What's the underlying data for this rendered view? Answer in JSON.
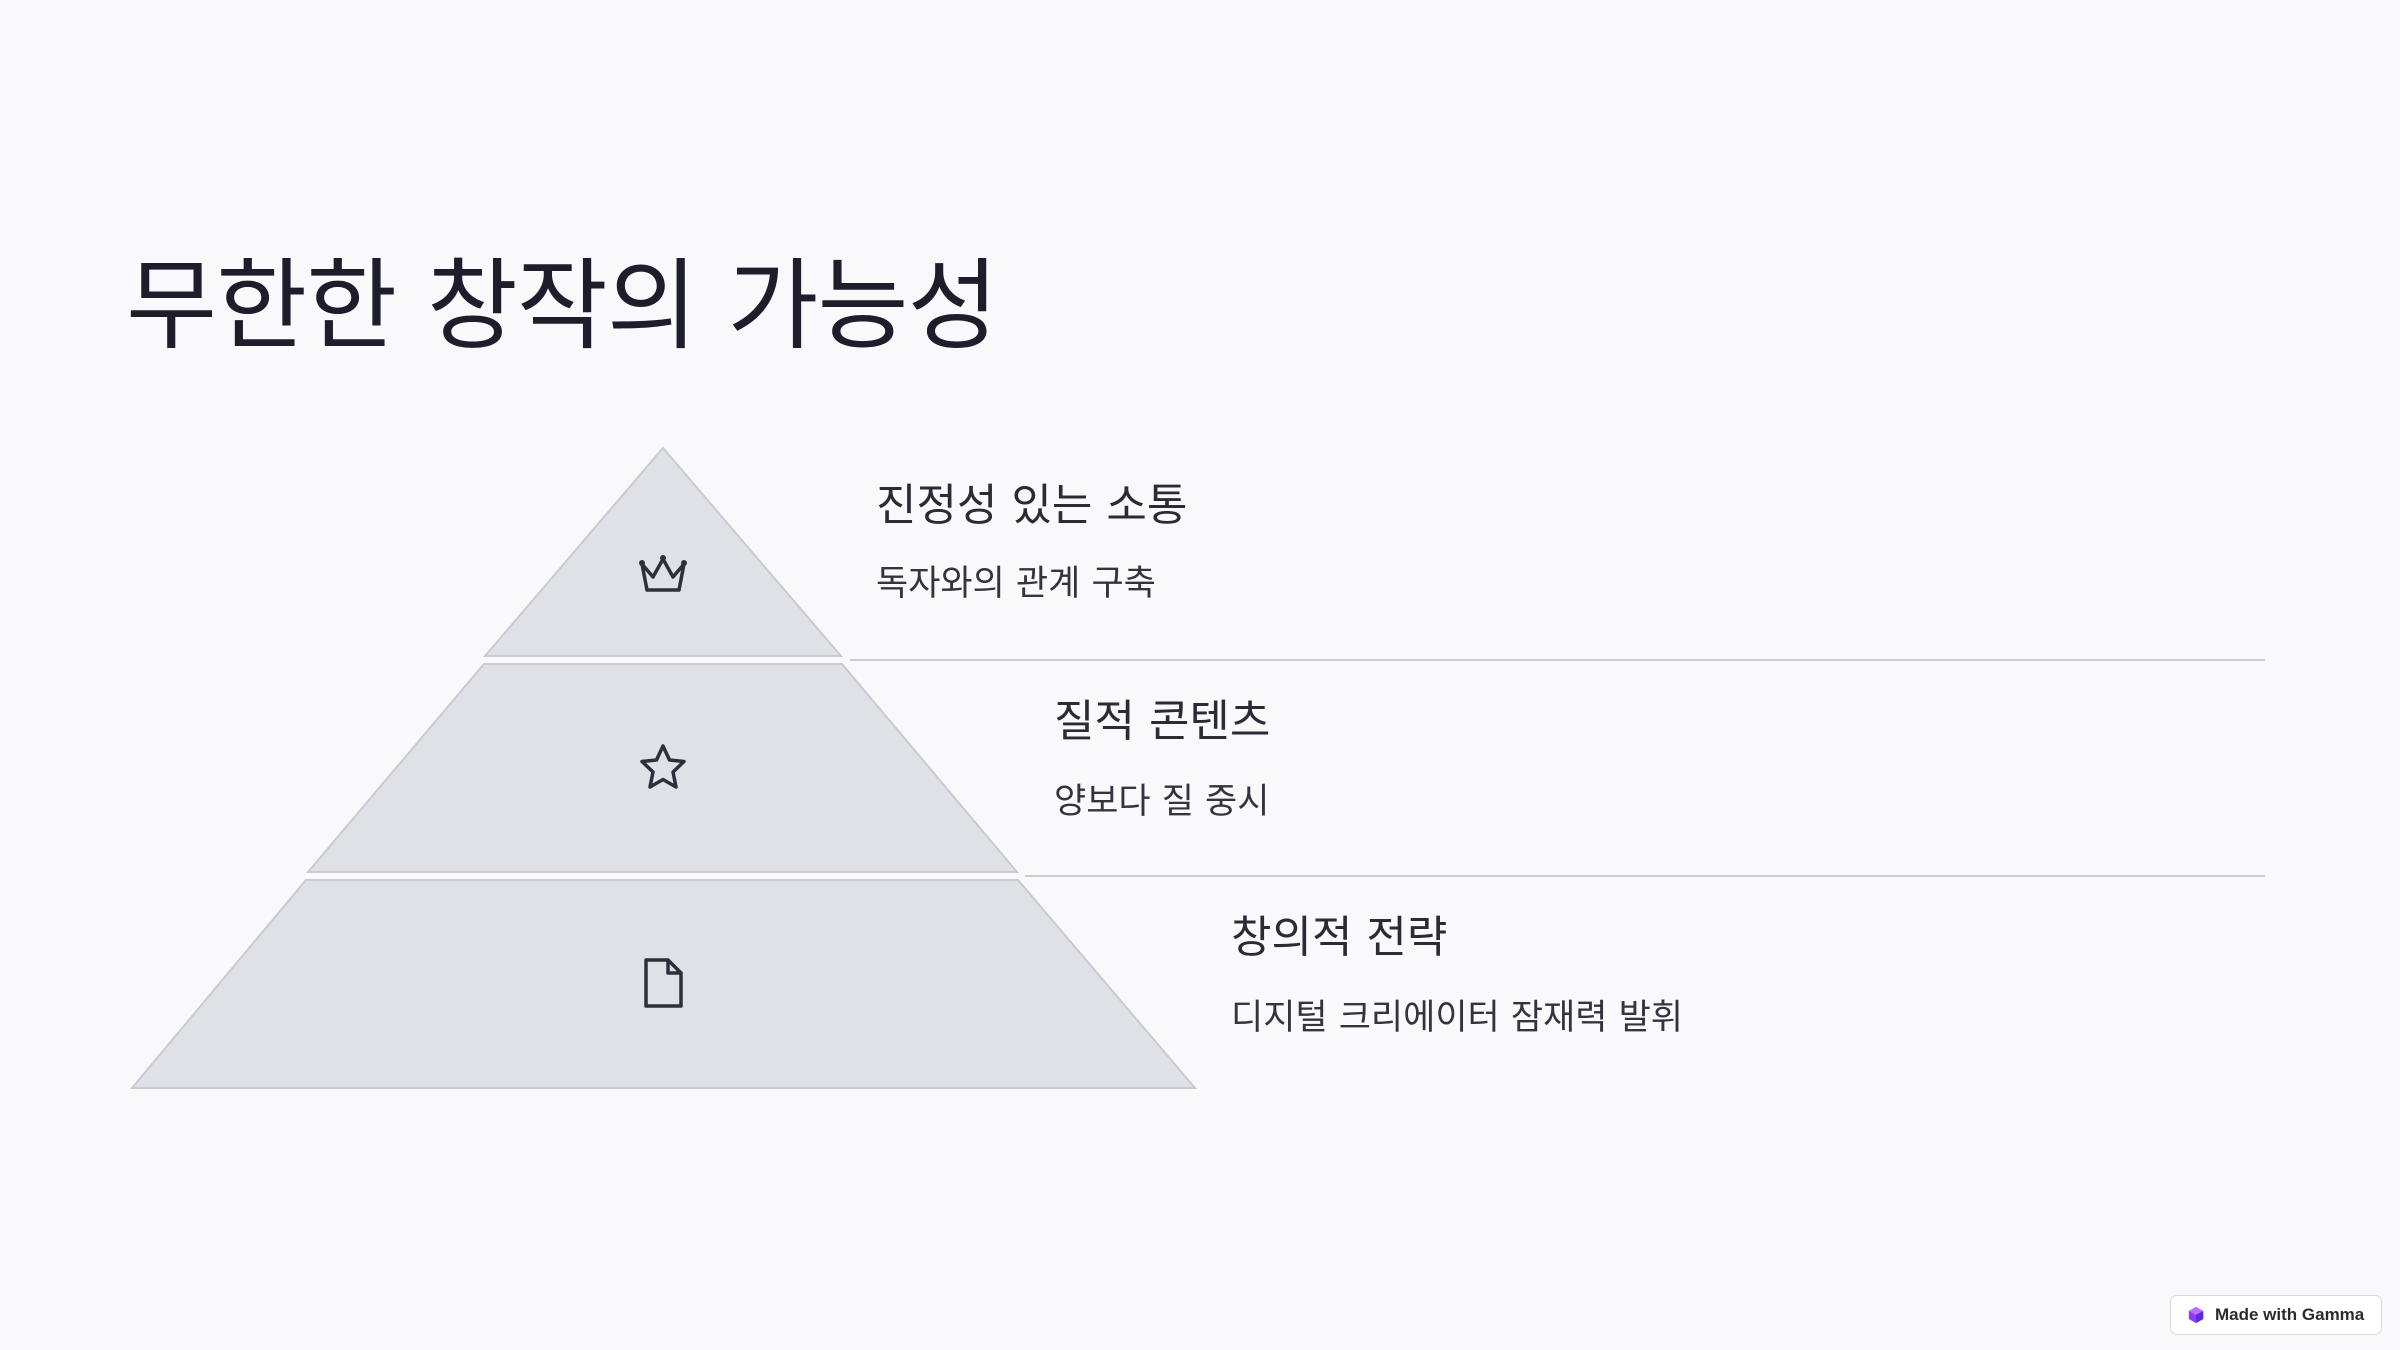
{
  "slide": {
    "title": "무한한 창작의 가능성"
  },
  "pyramid": {
    "tiers": [
      {
        "title": "진정성 있는 소통",
        "description": "독자와의 관계 구축",
        "icon": "crown-icon"
      },
      {
        "title": "질적 콘텐츠",
        "description": "양보다 질 중시",
        "icon": "star-icon"
      },
      {
        "title": "창의적 전략",
        "description": "디지털 크리에이터 잠재력 발휘",
        "icon": "document-icon"
      }
    ]
  },
  "badge": {
    "label": "Made with Gamma",
    "icon": "gamma-logo-icon"
  },
  "colors": {
    "background": "#f9f9fb",
    "tier_fill": "#e0e1e7",
    "tier_stroke": "#c9cad2",
    "text": "#1d1d2b",
    "badge_logo": "#7c3aed"
  }
}
